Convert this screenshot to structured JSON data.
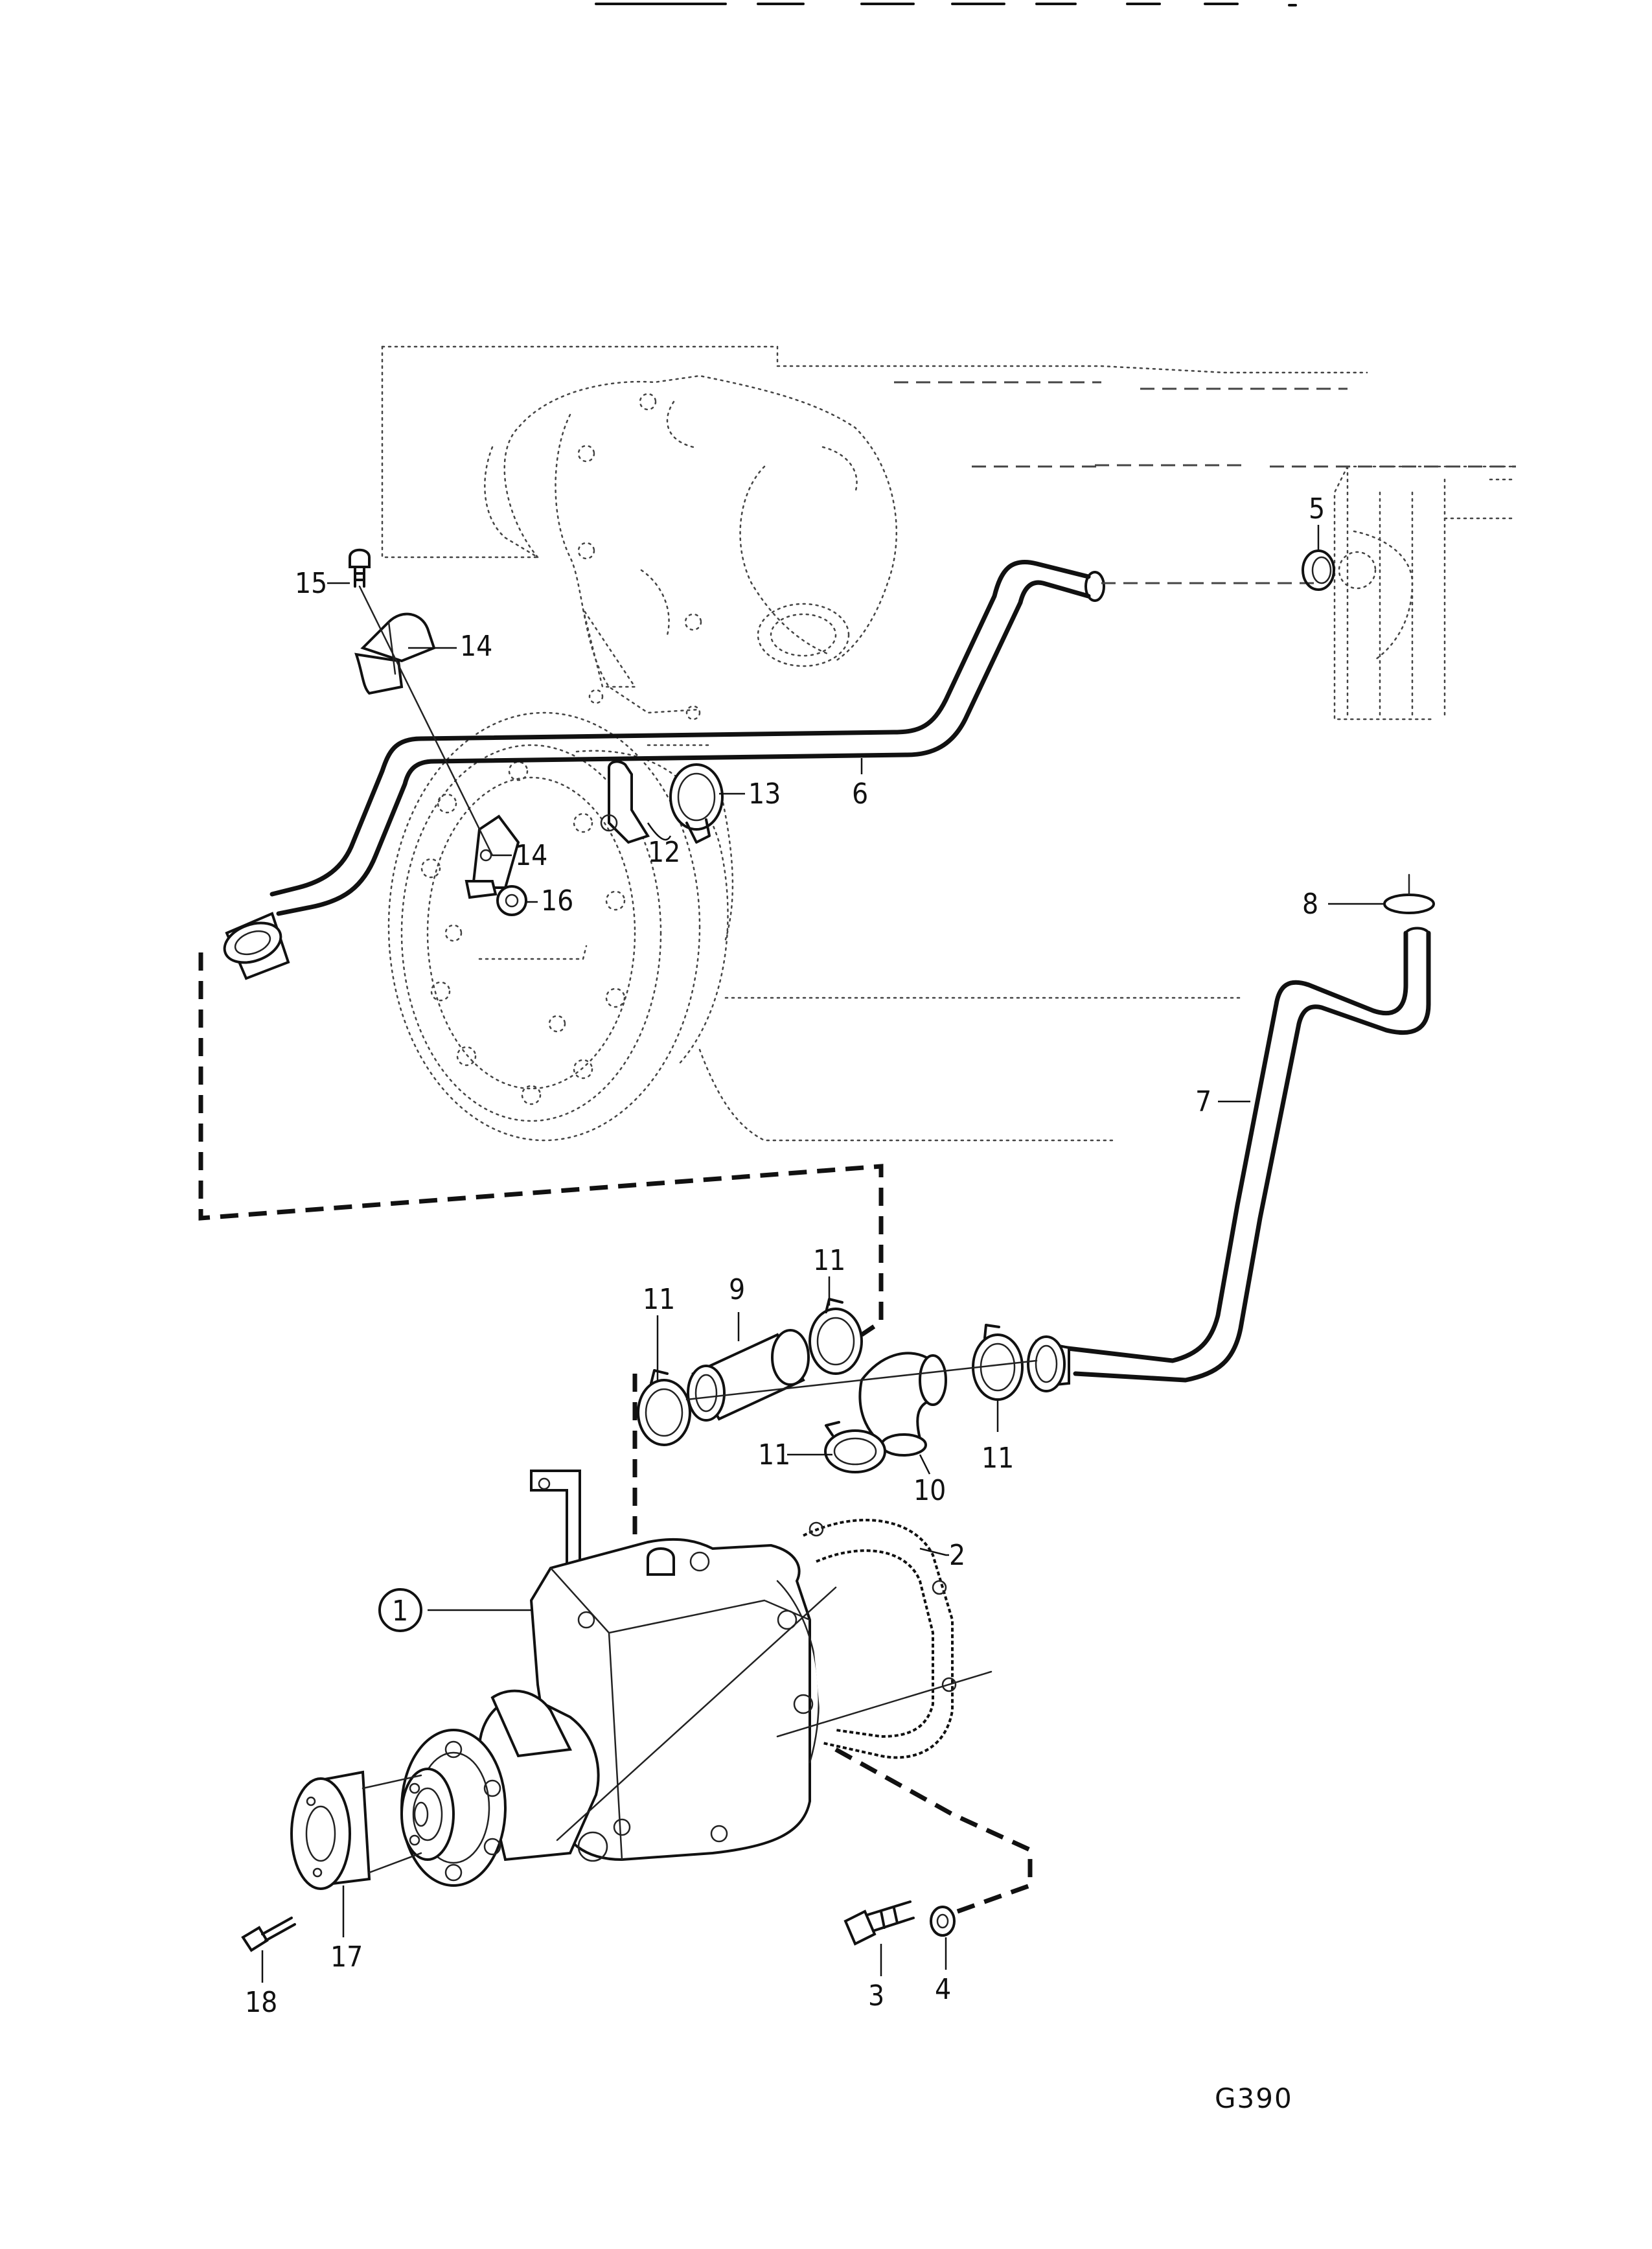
{
  "drawing_code": "G390",
  "callouts": [
    {
      "id": "part-1",
      "text": "1"
    },
    {
      "id": "part-2",
      "text": "2"
    },
    {
      "id": "part-3",
      "text": "3"
    },
    {
      "id": "part-4",
      "text": "4"
    },
    {
      "id": "part-5",
      "text": "5"
    },
    {
      "id": "part-6",
      "text": "6"
    },
    {
      "id": "part-7",
      "text": "7"
    },
    {
      "id": "part-8",
      "text": "8"
    },
    {
      "id": "part-9",
      "text": "9"
    },
    {
      "id": "part-10",
      "text": "10"
    },
    {
      "id": "part-11a",
      "text": "11"
    },
    {
      "id": "part-11b",
      "text": "11"
    },
    {
      "id": "part-11c",
      "text": "11"
    },
    {
      "id": "part-11d",
      "text": "11"
    },
    {
      "id": "part-12",
      "text": "12"
    },
    {
      "id": "part-13",
      "text": "13"
    },
    {
      "id": "part-14a",
      "text": "14"
    },
    {
      "id": "part-14b",
      "text": "14"
    },
    {
      "id": "part-15",
      "text": "15"
    },
    {
      "id": "part-16",
      "text": "16"
    },
    {
      "id": "part-17",
      "text": "17"
    },
    {
      "id": "part-18",
      "text": "18"
    }
  ]
}
